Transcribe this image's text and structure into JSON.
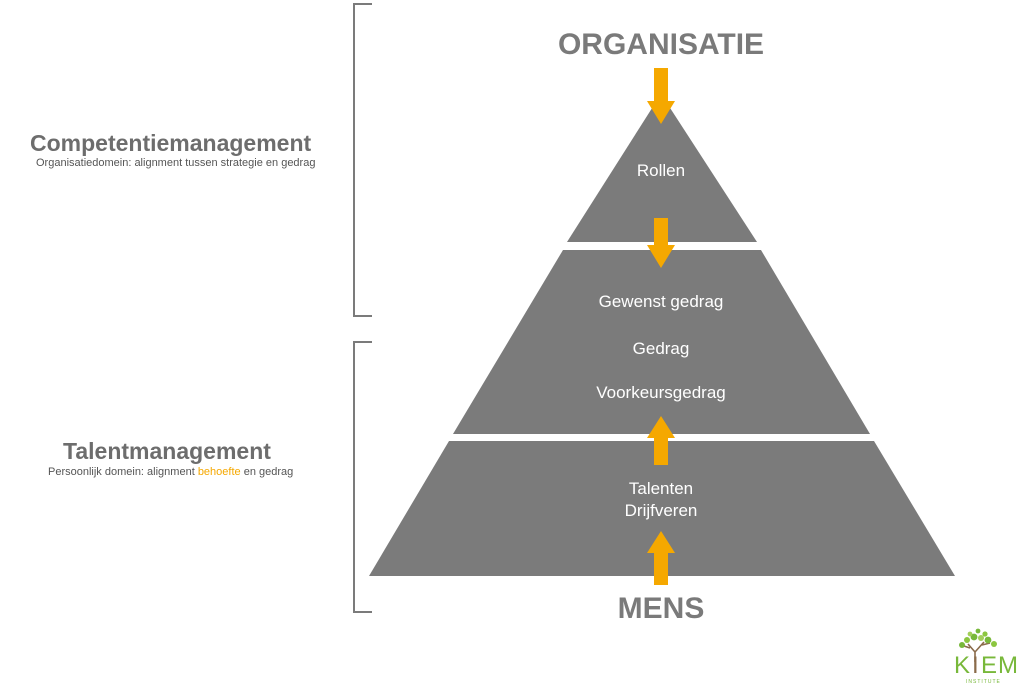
{
  "top_label": "ORGANISATIE",
  "bottom_label": "MENS",
  "sections": {
    "competentie": {
      "title": "Competentiemanagement",
      "subtitle": "Organisatiedomein: alignment tussen strategie en gedrag"
    },
    "talent": {
      "title": "Talentmanagement",
      "subtitle_pre": "Persoonlijk domein: alignment ",
      "subtitle_highlight": "behoefte",
      "subtitle_post": " en gedrag"
    }
  },
  "pyramid": {
    "top_tier": [
      "Rollen"
    ],
    "middle_tier": [
      "Gewenst gedrag",
      "Gedrag",
      "Voorkeursgedrag"
    ],
    "bottom_tier": [
      "Talenten",
      "Drijfveren"
    ]
  },
  "logo": {
    "letters": [
      "K",
      "I",
      "E",
      "M"
    ],
    "tagline": "INSTITUTE"
  },
  "colors": {
    "pyramid": "#7b7b7b",
    "arrow": "#f5a800",
    "bracket": "#7b7b7b",
    "label": "#7a7a7a",
    "highlight": "#f5a800",
    "logo_green": "#78b83a",
    "logo_tree": "#8a6b4a"
  }
}
